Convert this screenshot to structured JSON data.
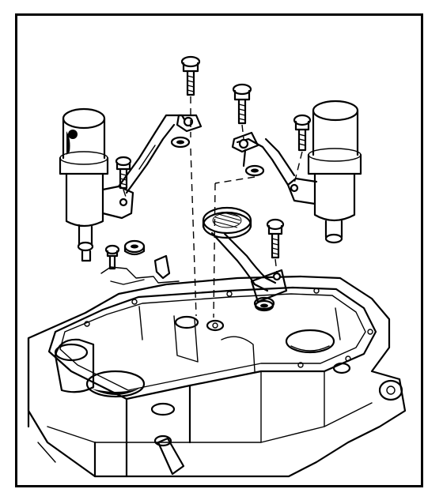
{
  "diagram": {
    "type": "exploded-view line drawing",
    "colors": {
      "ink": "#000000",
      "paper": "#ffffff"
    },
    "parts": [
      "left-sensor-housing",
      "right-sensor-housing",
      "left-mounting-bracket",
      "right-mounting-bracket",
      "bolt",
      "o-ring",
      "oil-strainer",
      "pickup-tube",
      "engine-block",
      "gasket"
    ]
  }
}
